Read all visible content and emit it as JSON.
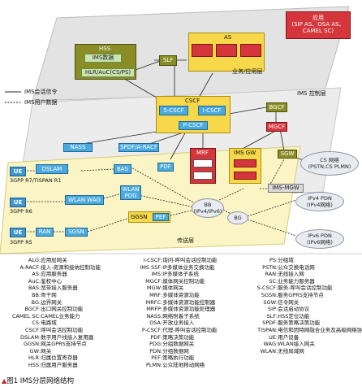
{
  "nodes": {
    "app": "应用\n(SIP AS、OSA AS、\nCAMEL SC)",
    "as": "AS",
    "hss": "HSS",
    "ims_data": "IMS数据",
    "hlr": "HLR/AuC(CS/PS)",
    "slf": "SLF",
    "cscf": "CSCF",
    "s_cscf": "S-CSCF",
    "i_cscf": "I-CSCF",
    "p_cscf": "P-CSCF",
    "bgcf": "BGCF",
    "mgcf": "MGCF",
    "mrf": "MRF",
    "ims_gw": "IMS GW",
    "sgw": "SGW",
    "cs_network": "CS 网络\n(PSTN,CS PLMN)",
    "nass": "NASS",
    "spdf": "SPDF/A-RACF",
    "dslam": "DSLAM",
    "bas": "BAS",
    "pdf": "PDF",
    "wlan_pdg": "WLAN\nPDG",
    "wlan_wag": "WLAN WAG",
    "ggsn": "GGSN",
    "pef": "PEF",
    "sgsn": "SGSN",
    "ran": "RAN",
    "bb": "BB\n(IPv4/IPv6)",
    "bg": "BG",
    "ipv4_pdn": "IPv4 PDN\n(IPv4网络)",
    "ipv6_pdn": "IPv6 PDN\n(IPv6网络)",
    "ims_mgw": "IMS-MGW",
    "ue": "UE",
    "gpp_r7": "3GPP R7/TISPAN R1",
    "gpp_r6": "3GPP R6",
    "gpp_r5": "3GPP R5"
  },
  "layers": {
    "service": "业务/应用层",
    "control": "IMS 控制层",
    "transport": "传送层"
  },
  "legend": {
    "signaling": "IMS会话信令",
    "user": "IMS用户数据"
  },
  "abbreviations": [
    {
      "abbr": "ALG",
      "def": "应用层网关"
    },
    {
      "abbr": "A-RACF",
      "def": "接入-资源和接纳控制功能"
    },
    {
      "abbr": "AS",
      "def": "应用服务器"
    },
    {
      "abbr": "AuC",
      "def": "鉴权中心"
    },
    {
      "abbr": "BAS",
      "def": "宽带接入服务器"
    },
    {
      "abbr": "BB",
      "def": "骨干网"
    },
    {
      "abbr": "BG",
      "def": "边界网关"
    },
    {
      "abbr": "BGCF",
      "def": "出口网关控制功能"
    },
    {
      "abbr": "CAMEL SC",
      "def": "CAMEL业务能力"
    },
    {
      "abbr": "CS",
      "def": "电路域"
    },
    {
      "abbr": "CSCF",
      "def": "呼叫会话控制功能"
    },
    {
      "abbr": "DSLAM",
      "def": "数字用户线接入复用器"
    },
    {
      "abbr": "GGSN",
      "def": "网关GPRS支持节点"
    },
    {
      "abbr": "GW",
      "def": "网关"
    },
    {
      "abbr": "HLR",
      "def": "归属位置寄存器"
    },
    {
      "abbr": "HSS",
      "def": "归属用户服务器"
    },
    {
      "abbr": "I-CSCF",
      "def": "询问-呼叫会话控制功能"
    },
    {
      "abbr": "IMS SSF",
      "def": "IP多媒体业务交换功能"
    },
    {
      "abbr": "IMS",
      "def": "IP多媒体子系统"
    },
    {
      "abbr": "MGCF",
      "def": "媒体网关控制功能"
    },
    {
      "abbr": "MGW",
      "def": "媒体网关"
    },
    {
      "abbr": "MRF",
      "def": "多媒体资源功能"
    },
    {
      "abbr": "MRFC",
      "def": "多媒体资源功能控制器"
    },
    {
      "abbr": "MRFP",
      "def": "多媒体资源功能处理器"
    },
    {
      "abbr": "NASS",
      "def": "网络附着子系统"
    },
    {
      "abbr": "OSA",
      "def": "开放业务接入"
    },
    {
      "abbr": "P-CSCF",
      "def": "代理-呼叫会话控制功能"
    },
    {
      "abbr": "PDF",
      "def": "策略决策功能"
    },
    {
      "abbr": "PDG",
      "def": "分组数据网关"
    },
    {
      "abbr": "PDN",
      "def": "分组数据网"
    },
    {
      "abbr": "PEF",
      "def": "策略执行功能"
    },
    {
      "abbr": "PLMN",
      "def": "公众陆地移动网络"
    },
    {
      "abbr": "PS",
      "def": "分组域"
    },
    {
      "abbr": "PSTN",
      "def": "公众交换电话网"
    },
    {
      "abbr": "RAN",
      "def": "无线接入网"
    },
    {
      "abbr": "SC",
      "def": "业务能力服务器"
    },
    {
      "abbr": "S-CSCF",
      "def": "服务-呼叫会话控制功能"
    },
    {
      "abbr": "SGSN",
      "def": "服务GPRS支持节点"
    },
    {
      "abbr": "SGW",
      "def": "信令网关"
    },
    {
      "abbr": "SIP",
      "def": "会话启动协议"
    },
    {
      "abbr": "SLF",
      "def": "HSS定位功能"
    },
    {
      "abbr": "SPDF",
      "def": "服务策略决策功能"
    },
    {
      "abbr": "TISPAN",
      "def": "电信和因特网融合业务及高级网络协议"
    },
    {
      "abbr": "UE",
      "def": "用户设备"
    },
    {
      "abbr": "WAG",
      "def": "WLAN接入网关"
    },
    {
      "abbr": "WLAN",
      "def": "无线局域网"
    }
  ],
  "caption": "图1  IMS分层网络结构",
  "colors": {
    "yellow": "#f6d84a",
    "olive": "#8a8c26",
    "red": "#d4363c",
    "blue": "#4aa9df",
    "lightblue": "#bfe4f5",
    "green": "#cbe3b2",
    "plane": "#e6e6e6"
  }
}
